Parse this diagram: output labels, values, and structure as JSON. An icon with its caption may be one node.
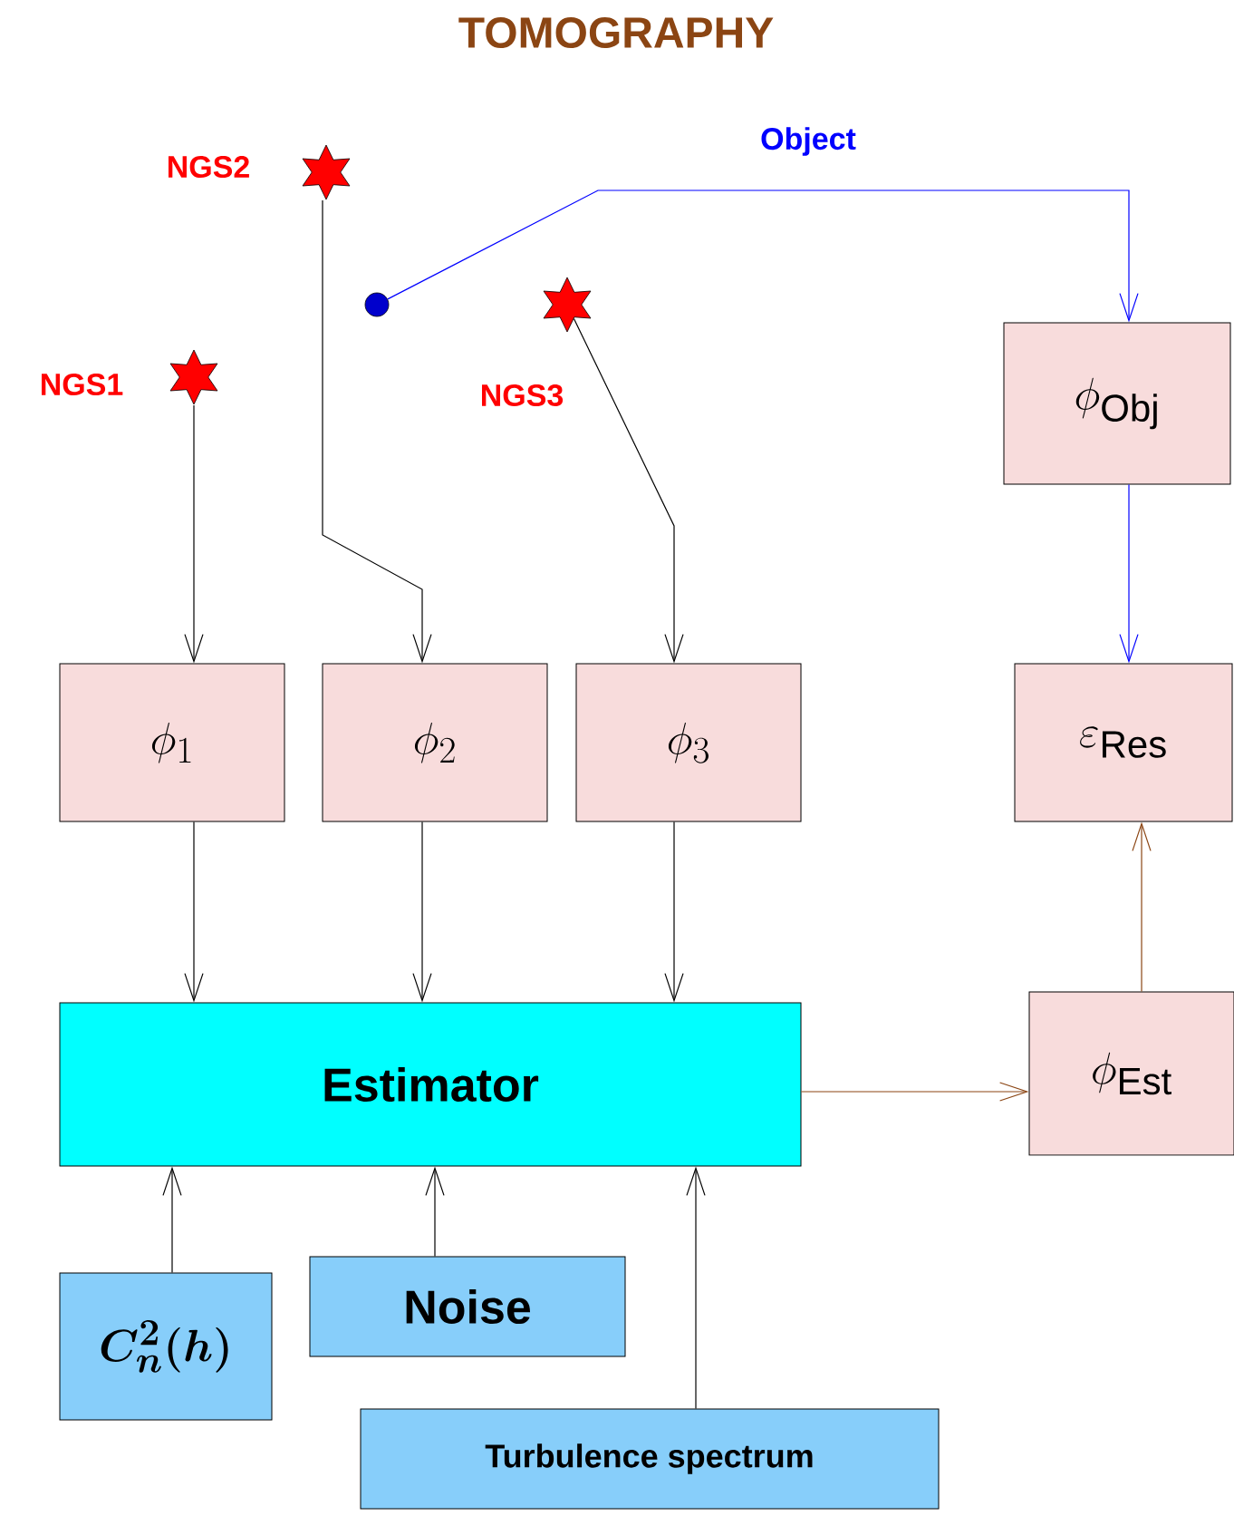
{
  "diagram": {
    "title": "TOMOGRAPHY",
    "nodes": [
      {
        "text": [],
        "shape": "star",
        "beside": [
          "NGS1"
        ]
      },
      {
        "text": [],
        "shape": "star",
        "beside": [
          "NGS2"
        ]
      },
      {
        "text": [],
        "shape": "circle"
      },
      {
        "text": [],
        "shape": "star",
        "beside": [
          "NGS3"
        ]
      },
      {
        "text": [
          "\\phi_{1}"
        ]
      },
      {
        "text": [
          "\\phi_{2}"
        ]
      },
      {
        "text": [
          "\\phi_{3}"
        ]
      },
      {
        "text": [
          "\\phi_{\\mathrm{Obj}}"
        ]
      },
      {
        "text": [
          "\\varepsilon_{\\mathrm{Res}}"
        ]
      },
      {
        "text": [
          "Estimator"
        ]
      },
      {
        "text": [
          "\\phi_{\\mathrm{Est}}"
        ]
      },
      {
        "text": [
          "\\boldsymbol{C_{n}^{2}(h)}"
        ]
      },
      {
        "text": [
          "Noise"
        ]
      },
      {
        "text": [
          "Turbulence spectrum"
        ]
      }
    ],
    "edges": [
      {
        "from": 0,
        "to": 4,
        "arrow": "to"
      },
      {
        "from": 1,
        "to": 5,
        "arrow": "to"
      },
      {
        "from": 3,
        "to": 6,
        "arrow": "to"
      },
      {
        "from": 2,
        "to": 7,
        "arrow": "to",
        "color": "#0000ff"
      },
      {
        "from": 7,
        "to": 8,
        "arrow": "to",
        "color": "#0000ff"
      },
      {
        "from": 4,
        "to": 9,
        "arrow": "to"
      },
      {
        "from": 5,
        "to": 9,
        "arrow": "to"
      },
      {
        "from": 6,
        "to": 9,
        "arrow": "to"
      },
      {
        "from": 9,
        "to": 10,
        "arrow": "to",
        "color": "#8b4513"
      },
      {
        "from": 10,
        "to": 8,
        "arrow": "to",
        "color": "#8b4513"
      },
      {
        "from": 11,
        "to": 9,
        "arrow": "to"
      },
      {
        "from": 12,
        "to": 9,
        "arrow": "to"
      },
      {
        "from": 13,
        "to": 9,
        "arrow": "to"
      }
    ],
    "labels": [
      "Object"
    ]
  }
}
